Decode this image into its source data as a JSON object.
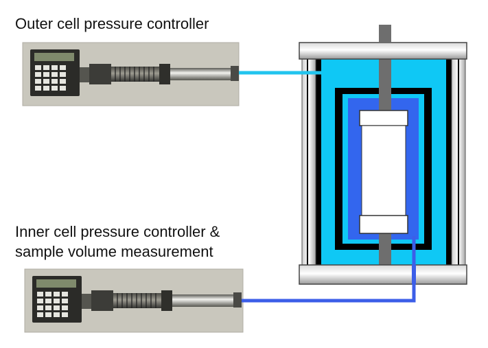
{
  "labels": {
    "outer": "Outer cell pressure controller",
    "inner_line1": "Inner cell pressure controller &",
    "inner_line2": "sample volume measurement"
  },
  "colors": {
    "outer_line": "#22c4ee",
    "inner_line": "#3c5ee8",
    "outer_chamber": "#0fc8f5",
    "inner_chamber": "#3366ee",
    "frame": "#b7b7b7",
    "rod": "#6e6e6e",
    "panel": "#c9c7bd"
  }
}
